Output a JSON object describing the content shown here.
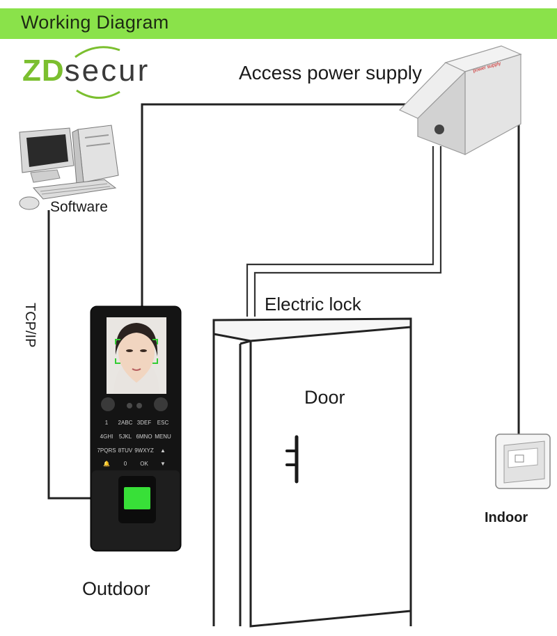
{
  "banner": {
    "title": "Working  Diagram"
  },
  "logo": {
    "brand_prefix": "ZD",
    "brand_suffix": "secur"
  },
  "labels": {
    "power_supply": "Access power supply",
    "power_supply_box_text": "power supply",
    "software": "Software",
    "tcp_ip": "TCP/IP",
    "electric_lock": "Electric lock",
    "door": "Door",
    "indoor": "Indoor",
    "outdoor": "Outdoor"
  },
  "keypad": {
    "keys": [
      "1",
      "2ABC",
      "3DEF",
      "ESC",
      "4GHI",
      "5JKL",
      "6MNO",
      "MENU",
      "7PQRS",
      "8TUV",
      "9WXYZ",
      "▲",
      "🔔",
      "0",
      "OK",
      "▼"
    ]
  },
  "colors": {
    "banner": "#8ae24a",
    "brand_green": "#7bbf2f",
    "fingerprint_sensor": "#38e038",
    "face_frame": "#33cc33"
  }
}
